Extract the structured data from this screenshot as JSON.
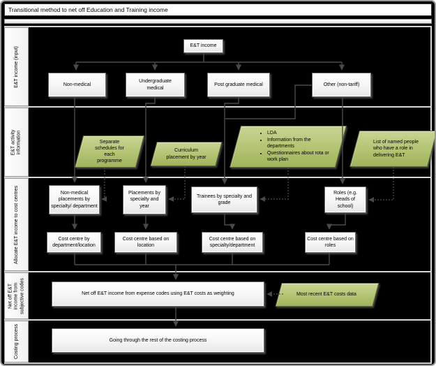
{
  "title": "Transitional method to net off Education and Training income",
  "colors": {
    "background": "#000000",
    "process_fill": "#f5f5f5",
    "input_fill": "#b2c372",
    "connector": "#4a4a4a",
    "lane_fill": "#f7f7f7"
  },
  "lanes": [
    {
      "label": "E&T income (input)"
    },
    {
      "label": "E&T activity information"
    },
    {
      "label": "Allocate E&T income to cost centres"
    },
    {
      "label": "Net off E&T income from subjective codes"
    },
    {
      "label": "Costing process"
    }
  ],
  "nodes": {
    "et_income": "E&T income",
    "non_medical": "Non-medical",
    "undergrad": "Undergraduate medical",
    "postgrad": "Post graduate medical",
    "other": "Other (non-tariff)",
    "sep_schedules": "Separate schedules for each programme",
    "curriculum": "Curriculum placement by year",
    "lda_items": [
      "LDA",
      "Information from the departments",
      "Questionnaires about rota or work plan"
    ],
    "named_people": "List of named people who have a role in delivering E&T",
    "nm_placements": "Non-medical placements by specialty/ department",
    "placements_year": "Placements by specialty and year",
    "trainees": "Trainees by specialty and grade",
    "roles": "Roles (e.g. Heads of school)",
    "cc_dept": "Cost centre by department/location",
    "cc_location": "Cost centre based on location",
    "cc_specialty": "Cost centre based on specialty/department",
    "cc_roles": "Cost centre based on roles",
    "net_off": "Net off E&T income from expense codes using E&T costs as weighting",
    "costs_data": "Most recent E&T costs data",
    "costing": "Going through the rest of the costing process"
  }
}
